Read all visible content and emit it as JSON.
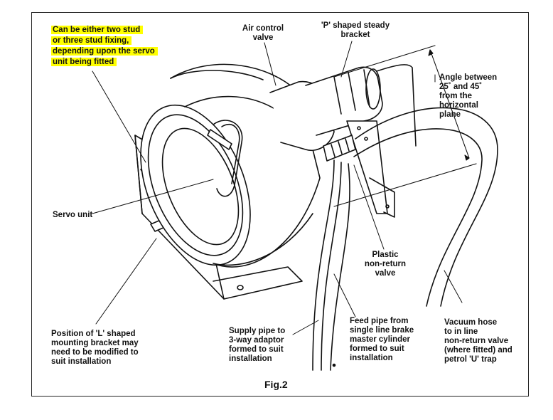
{
  "labels": {
    "highlight_note": "Can be either two stud\nor three stud fixing,\ndepending upon the servo\nunit being fitted",
    "air_control_valve": "Air control\nvalve",
    "steady_bracket": "'P' shaped steady\nbracket",
    "angle": "Angle between\n25˚ and 45˚\nfrom the\nhorizontal\nplane",
    "servo_unit": "Servo unit",
    "plastic_valve": "Plastic\nnon-return\nvalve",
    "l_bracket": "Position of 'L' shaped\nmounting bracket may\nneed to be modified to\nsuit installation",
    "supply_pipe": "Supply pipe to\n3-way adaptor\nformed to suit\ninstallation",
    "feed_pipe": "Feed pipe from\nsingle line brake\nmaster cylinder\nformed to suit\ninstallation",
    "vacuum_hose": "Vacuum hose\nto in line\nnon-return valve\n(where fitted) and\npetrol 'U' trap"
  },
  "caption": "Fig.2",
  "colors": {
    "highlight": "#ffff00",
    "ink": "#111111",
    "frame": "#222222"
  }
}
